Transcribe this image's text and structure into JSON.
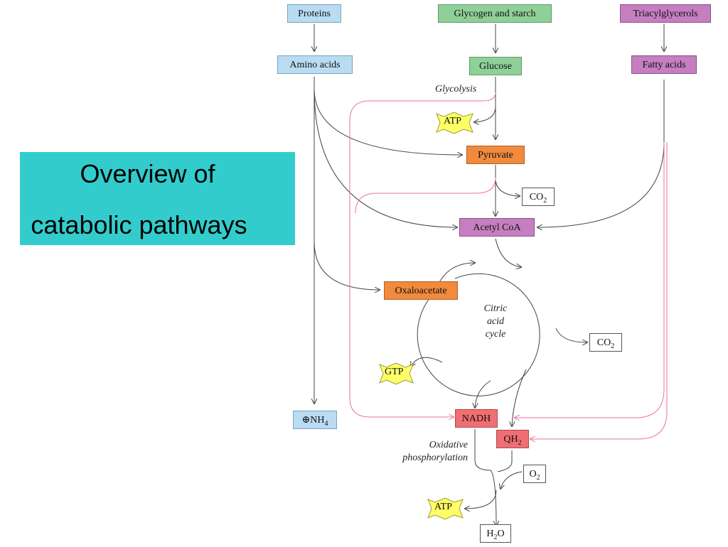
{
  "slide": {
    "title_line1": "Overview of",
    "title_line2": "catabolic pathways"
  },
  "diagram": {
    "sources": {
      "proteins": "Proteins",
      "glycogen": "Glycogen and starch",
      "triacylglycerols": "Triacylglycerols"
    },
    "monomers": {
      "amino_acids": "Amino acids",
      "glucose": "Glucose",
      "fatty_acids": "Fatty acids"
    },
    "glycolysis": "Glycolysis",
    "atp_top": "ATP",
    "pyruvate": "Pyruvate",
    "co2_pyruvate": "CO",
    "acetyl_coa": "Acetyl CoA",
    "oxaloacetate": "Oxaloacetate",
    "cycle": {
      "line1": "Citric",
      "line2": "acid",
      "line3": "cycle"
    },
    "co2_cycle": "CO",
    "gtp": "GTP",
    "nh4": "NH",
    "nadh": "NADH",
    "qh2": "QH",
    "oxphos": {
      "line1": "Oxidative",
      "line2": "phosphorylation"
    },
    "o2": "O",
    "atp_bottom": "ATP",
    "h2o_h": "H",
    "h2o_o": "O",
    "sub_2": "2",
    "sub_4": "4",
    "colors": {
      "title_box": "#33cccc",
      "proteins_path": "#b9dcf2",
      "carbohydrate_path": "#8fcf98",
      "lipid_path": "#c57fc0",
      "intermediate": "#f08a3c",
      "electron_carrier": "#ef6f73",
      "energy_star": "#ffff66",
      "electron_flow_line": "#e8739a"
    }
  }
}
